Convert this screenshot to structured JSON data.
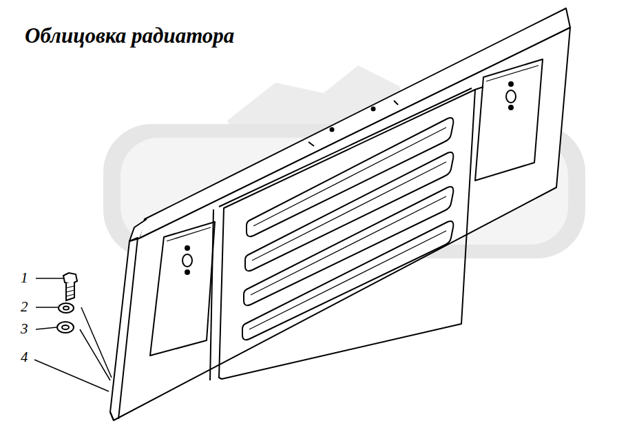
{
  "diagram": {
    "title": "Облицовка радиатора",
    "labels": [
      "1",
      "2",
      "3",
      "4"
    ]
  }
}
